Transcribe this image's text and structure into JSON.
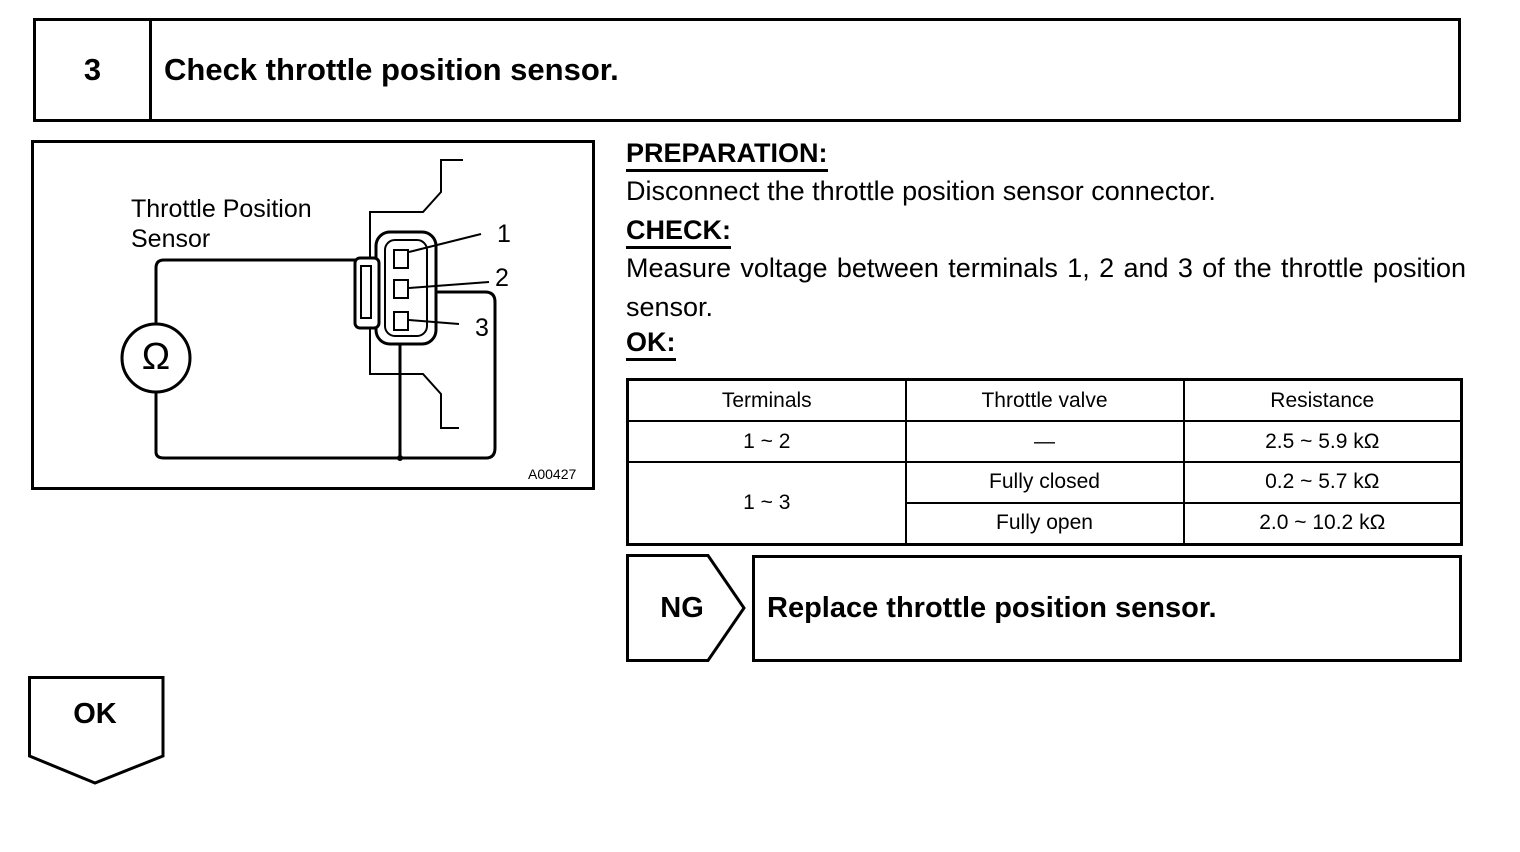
{
  "step": {
    "number": "3",
    "title": "Check throttle position sensor."
  },
  "figure": {
    "label_line1": "Throttle Position",
    "label_line2": "Sensor",
    "terminal_1": "1",
    "terminal_2": "2",
    "terminal_3": "3",
    "meter_symbol": "Ω",
    "code": "A00427"
  },
  "preparation": {
    "heading": "PREPARATION:",
    "text": "Disconnect the throttle position sensor connector."
  },
  "check": {
    "heading": "CHECK:",
    "text": "Measure voltage between terminals 1, 2 and 3 of the throttle position sensor."
  },
  "ok_heading": "OK:",
  "table": {
    "headers": [
      "Terminals",
      "Throttle valve",
      "Resistance"
    ],
    "rows": [
      {
        "terminals": "1 ~ 2",
        "valve": "—",
        "resistance": "2.5 ~ 5.9 kΩ"
      },
      {
        "terminals": "1 ~ 3",
        "valve": "Fully closed",
        "resistance": "0.2 ~ 5.7 kΩ"
      },
      {
        "terminals": "",
        "valve": "Fully open",
        "resistance": "2.0 ~ 10.2 kΩ"
      }
    ]
  },
  "ng": {
    "label": "NG",
    "action": "Replace throttle position sensor."
  },
  "ok": {
    "label": "OK"
  }
}
